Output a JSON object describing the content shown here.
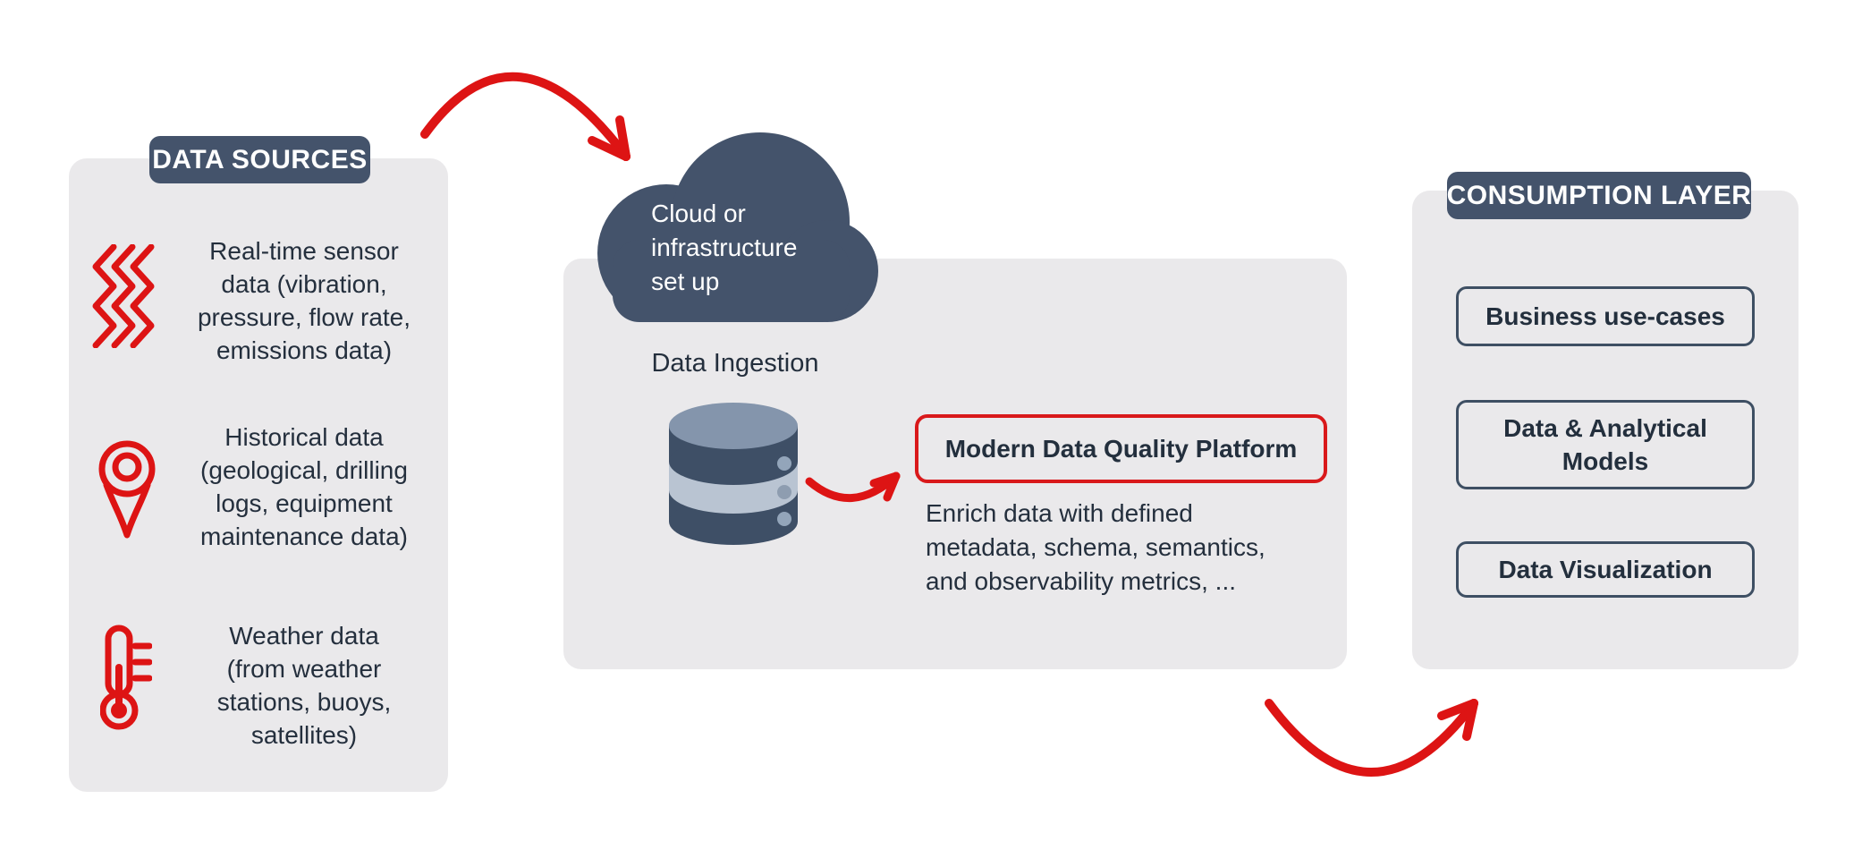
{
  "colors": {
    "red": "#dd1414",
    "slate": "#44536b",
    "border_slate": "#3e4f63",
    "panel_bg": "#eae9eb",
    "text_dark": "#232f3d",
    "db_cap": "#8495ac",
    "db_dark": "#3e4f66",
    "db_light": "#b9c4d2",
    "db_dot": "#93a5ba"
  },
  "data_sources": {
    "label": "DATA SOURCES",
    "items": [
      {
        "icon": "vibration-icon",
        "text": "Real-time sensor\ndata (vibration,\npressure, flow rate,\nemissions data)"
      },
      {
        "icon": "location-pin-icon",
        "text": "Historical data\n(geological, drilling\nlogs, equipment\nmaintenance data)"
      },
      {
        "icon": "thermometer-icon",
        "text": "Weather data\n(from weather\nstations, buoys,\nsatellites)"
      }
    ]
  },
  "platform": {
    "cloud_label": "Cloud or\ninfrastructure\nset up",
    "ingestion_label": "Data Ingestion",
    "box_label": "Modern Data Quality Platform",
    "description": "Enrich data with defined\nmetadata, schema, semantics,\nand observability metrics, ..."
  },
  "consumption": {
    "label": "CONSUMPTION LAYER",
    "boxes": [
      "Business use-cases",
      "Data & Analytical Models",
      "Data Visualization"
    ]
  }
}
